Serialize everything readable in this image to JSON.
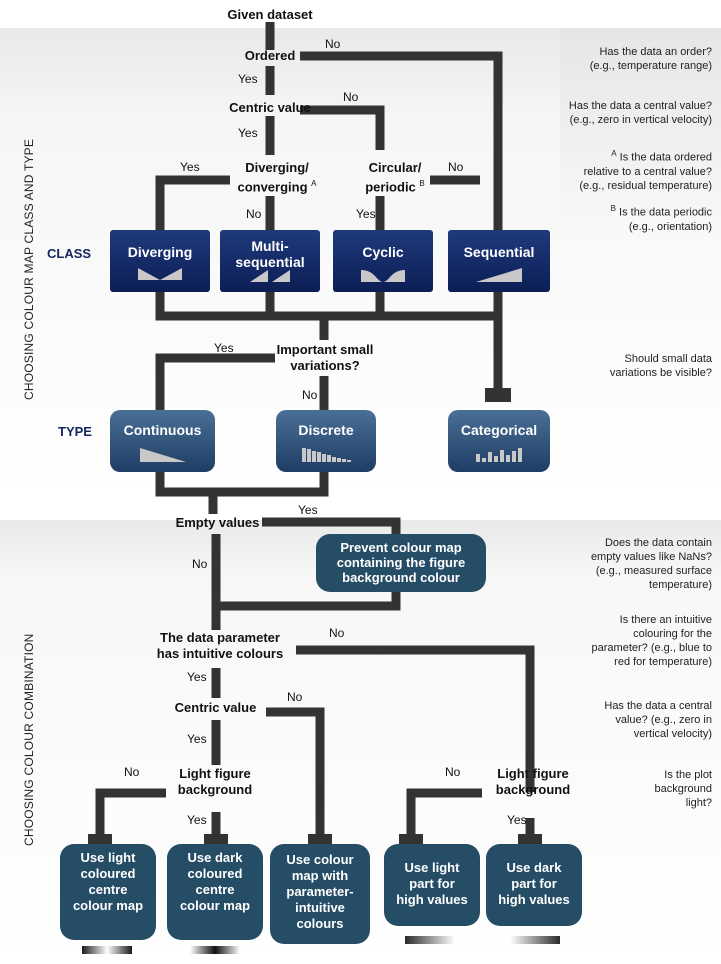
{
  "side_labels": {
    "top": "CHOOSING COLOUR MAP CLASS AND TYPE",
    "bottom": "CHOOSING COLOUR COMBINATION"
  },
  "row_labels": {
    "class": "CLASS",
    "type": "TYPE"
  },
  "nodes": {
    "given": "Given dataset",
    "ordered": "Ordered",
    "centric1": "Centric value",
    "diverging_q": "Diverging/",
    "diverging_q2": "converging",
    "circular_q": "Circular/",
    "circular_q2": "periodic",
    "small_var": "Important small",
    "small_var2": "variations?",
    "empty": "Empty values",
    "intuitive": "The data parameter",
    "intuitive2": "has intuitive colours",
    "centric2": "Centric value",
    "light1": "Light figure",
    "light1b": "background",
    "light2": "Light figure",
    "light2b": "background"
  },
  "superscripts": {
    "a": "A",
    "b": "B"
  },
  "answers": {
    "yes": "Yes",
    "no": "No"
  },
  "classes": {
    "diverging": "Diverging",
    "multi1": "Multi-",
    "multi2": "sequential",
    "cyclic": "Cyclic",
    "sequential": "Sequential"
  },
  "types": {
    "continuous": "Continuous",
    "discrete": "Discrete",
    "categorical": "Categorical"
  },
  "prevent": [
    "Prevent colour map",
    "containing the figure",
    "background colour"
  ],
  "results": {
    "r1": [
      "Use light",
      "coloured",
      "centre",
      "colour map"
    ],
    "r2": [
      "Use dark",
      "coloured",
      "centre",
      "colour map"
    ],
    "r3": [
      "Use colour",
      "map with",
      "parameter-",
      "intuitive",
      "colours"
    ],
    "r4": [
      "Use light",
      "part for",
      "high values"
    ],
    "r5": [
      "Use dark",
      "part for",
      "high values"
    ]
  },
  "questions": {
    "q1": [
      "Has the data an order?",
      "(e.g., temperature range)"
    ],
    "q2": [
      "Has the data a central value?",
      "(e.g., zero in vertical velocity)"
    ],
    "q3": [
      "Is the data ordered",
      "relative to a central value?",
      "(e.g., residual temperature)"
    ],
    "q4": [
      "Is the data periodic",
      "(e.g., orientation)"
    ],
    "q5": [
      "Should small data",
      "variations be visible?"
    ],
    "q6": [
      "Does the data contain",
      "empty values like NaNs?",
      "(e.g., measured surface",
      "temperature)"
    ],
    "q7": [
      "Is there an intuitive",
      "colouring for the",
      "parameter? (e.g., blue to",
      "red for temperature)"
    ],
    "q8": [
      "Has the data a central",
      "value? (e.g., zero in",
      "vertical velocity)"
    ],
    "q9": [
      "Is the plot",
      "background",
      "light?"
    ]
  },
  "colors": {
    "line": "#333333",
    "class": "#13286a",
    "type": "#2c4f77",
    "result": "#264d66",
    "band": "#eeeeee"
  }
}
